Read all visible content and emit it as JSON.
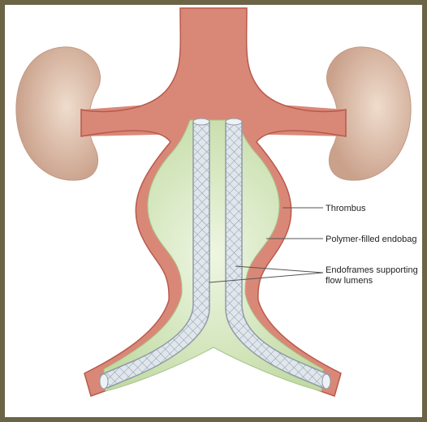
{
  "labels": {
    "thrombus": "Thrombus",
    "endobag": "Polymer-filled endobag",
    "endoframes_line1": "Endoframes supporting",
    "endoframes_line2": "flow lumens"
  },
  "colors": {
    "frame": "#6b6447",
    "vessel": "#d98878",
    "vessel_dark": "#b9594c",
    "kidney": "#d9b9a5",
    "kidney_shade": "#c69a84",
    "endobag": "#cfe3b4",
    "endobag_light": "#e4f0d2",
    "stent": "#d6dee6",
    "stent_line": "#8f9aa6"
  }
}
